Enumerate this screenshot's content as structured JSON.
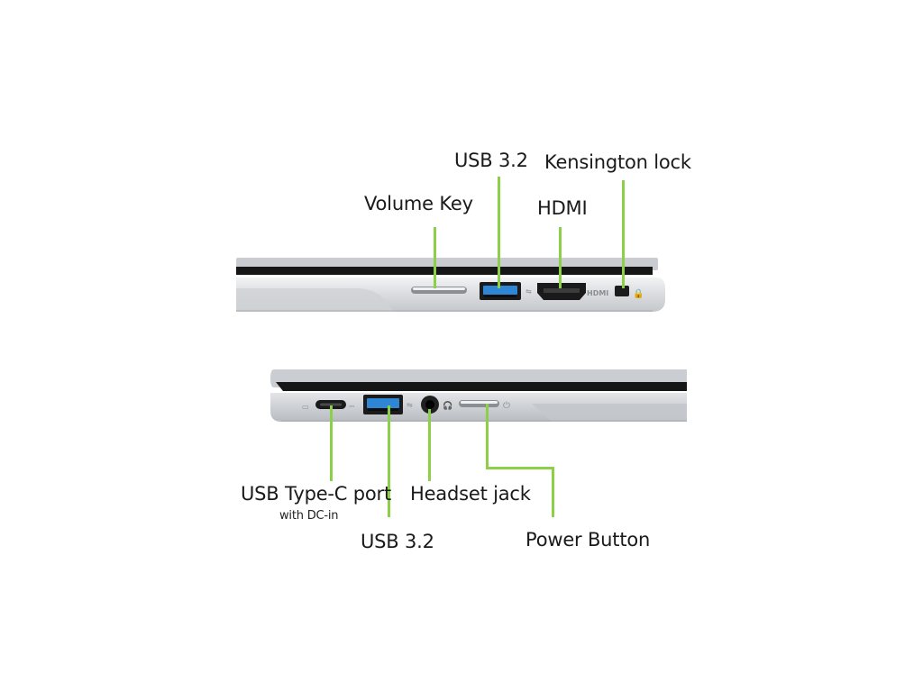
{
  "callouts": {
    "volume_key": "Volume Key",
    "usb_right": "USB 3.2",
    "hdmi": "HDMI",
    "kensington": "Kensington lock",
    "usb_c": "USB Type-C port",
    "usb_c_sub": "with DC-in",
    "usb_left": "USB 3.2",
    "headset": "Headset jack",
    "power": "Power Button"
  },
  "port_glyphs": {
    "hdmi_text": "HDMI"
  },
  "colors": {
    "leader_line": "#8cd04a",
    "usb_blue": "#2f86d4",
    "chassis_silver": "#d7d9dc",
    "bezel_black": "#151515"
  }
}
